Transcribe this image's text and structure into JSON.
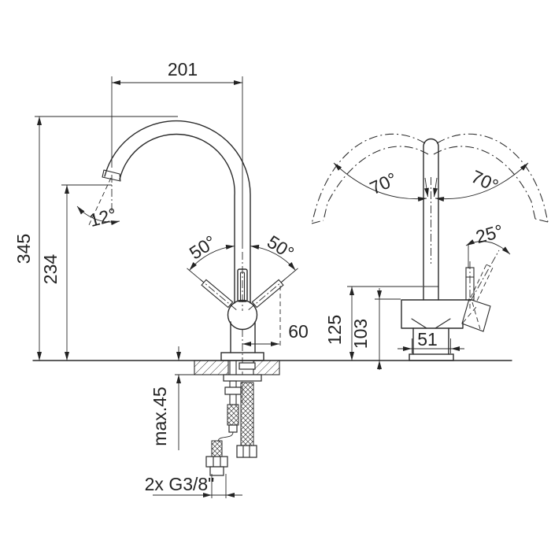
{
  "drawing": {
    "title": "faucet-installation-drawing",
    "background": "#ffffff",
    "ink_color": "#232323",
    "front_view": {
      "spout_reach": "201",
      "overall_height": "345",
      "outlet_height": "234",
      "outlet_angle": "12°",
      "lever_angle_left": "50°",
      "lever_angle_right": "50°",
      "lever_reach": "60",
      "max_mounting_thickness": "max.45",
      "connection_thread": "2x G3/8\""
    },
    "side_view": {
      "swivel_angle_left": "70°",
      "swivel_angle_right": "70°",
      "lever_tilt": "25°",
      "joint_height": "125",
      "body_height": "103",
      "base_width": "51"
    }
  }
}
